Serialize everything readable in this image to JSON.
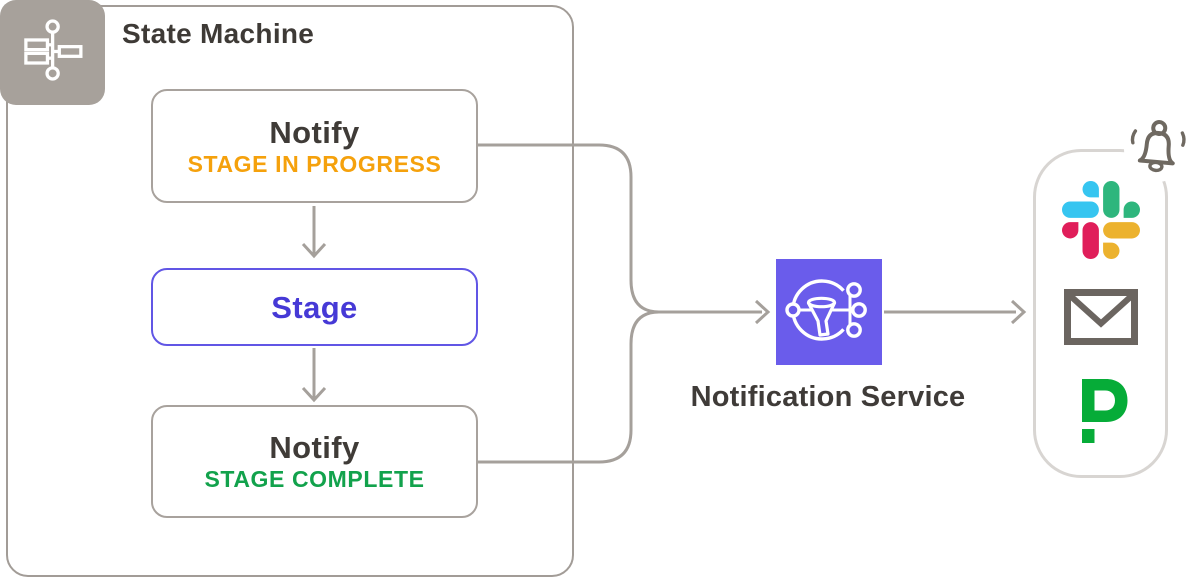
{
  "state_machine": {
    "title": "State Machine",
    "icon": "state-machine-icon",
    "steps": [
      {
        "name": "Notify",
        "detail": "STAGE IN PROGRESS",
        "status_color": "#f5a10c"
      },
      {
        "name": "Stage",
        "detail": "",
        "status_color": "#4639d6"
      },
      {
        "name": "Notify",
        "detail": "STAGE COMPLETE",
        "status_color": "#12a24c"
      }
    ]
  },
  "notification_service": {
    "label": "Notification Service",
    "icon": "sns-fanout-icon",
    "tile_color": "#6a5ceb"
  },
  "channels": {
    "badge_icon": "bell-icon",
    "items": [
      {
        "icon": "slack-icon",
        "colors": [
          "#36c5f0",
          "#2eb67d",
          "#e01e5a",
          "#ecb22e"
        ]
      },
      {
        "icon": "envelope-icon",
        "colors": [
          "#6b6560"
        ]
      },
      {
        "icon": "pagerduty-icon",
        "colors": [
          "#06ac38"
        ]
      }
    ]
  },
  "colors": {
    "connector_gray": "#a5a09b",
    "node_border_gray": "#a8a29d",
    "container_border": "#a29c97",
    "pill_border": "#d8d5d2",
    "icon_tile_gray": "#a7a19b",
    "heading_text": "#3f3b37",
    "stage_accent": "#6156e5",
    "in_progress_orange": "#f5a10c",
    "complete_green": "#12a24c",
    "sns_purple": "#6a5ceb"
  }
}
